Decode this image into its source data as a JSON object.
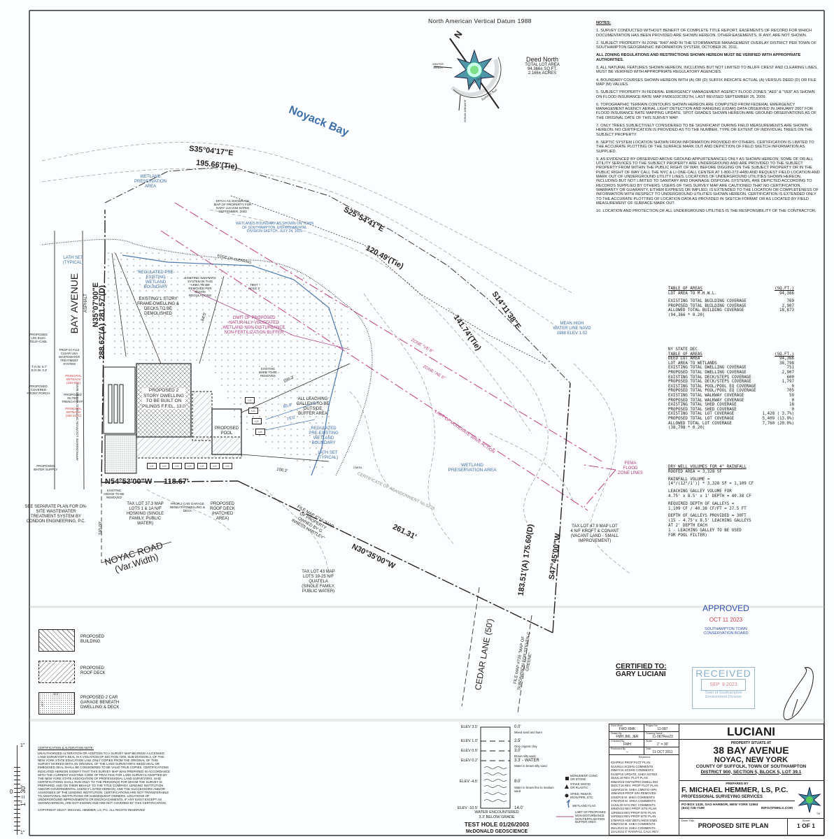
{
  "header": {
    "datum": "North American Vertical Datum 1988"
  },
  "compass": {
    "north_letter": "N",
    "winter_winds": "WINTER WINDS",
    "summer_winds": "SUMMER WINDS",
    "winter_sun": "Winter Sun",
    "summer_sun": "Summer Sun",
    "deed_north": "Deed North",
    "lot_area_title": "TOTAL LOT AREA",
    "lot_area_sqft": "94,366± SQ.FT.",
    "lot_area_acres": "2.166± ACRES"
  },
  "notes": {
    "title": "NOTES:",
    "items": [
      "1.  SURVEY CONDUCTED WITHOUT BENEFIT OF COMPLETE TITLE REPORT.  EASEMENTS OF RECORD FOR WHICH DOCUMENTATION HAS BEEN PROVIDED ARE SHOWN HEREON.  OTHER EASEMENTS, IF ANY, ARE NOT SHOWN.",
      "2.  SUBJECT PROPERTY IN ZONE \"R40\" AND IN THE STORMWATER MANAGEMENT OVERLAY DISTRICT PER TOWN OF SOUTHAMPTON GEOGRAPHIC INFORMATION SYSTEM, OCTOBER 26, 2011.",
      "ALL ZONING REGULATIONS AND RESTRICTIONS SHOWN HEREON MUST BE VERIFIED WITH APPROPRIATE AUTHORITIES.",
      "3.  ALL NATURAL FEATURES SHOWN HEREON, INCLUDING BUT NOT LIMITED TO BLUFF CREST AND CLEARING LINES, MUST BE VERIFIED WITH APPROPRIATE REGULATORY AGENCIES.",
      "4.  BOUNDARY COURSES SHOWN HEREON WITH (A) OR (D) SUFFIX INDICATE ACTUAL (A) VERSUS DEED (D) OR FILE MAP (M) VALUES.",
      "5.  SUBJECT PROPERTY IN FEDERAL EMERGENCY MANAGEMENT AGENCY FLOOD ZONES \"AE6\" & \"VE8\" AS SHOWN ON FLOOD INSURANCE RATE MAP FM36103C0527H, LAST REVISED SEPTEMBER 25, 2009.",
      "6.  TOPOGRAPHIC TERRAIN CONTOURS SHOWN HEREON ARE COMPUTED FROM FEDERAL EMERGENCY MANAGEMENT AGENCY AERIAL LIGHT DETECTION AND RANGING (LIDAR) DATA OBSERVED IN JANUARY 2007 FOR FLOOD INSURANCE RATE MAPPING UPDATE.  SPOT GRADES SHOWN HEREON ARE GROUND OBSERVATIONS AS OF THE ORIGINAL DATE OF THIS SURVEY MAP.",
      "7.  ONLY TREES SUBJECTIVELY CONSIDERED TO BE SIGNIFICANT DURING FIELD MEASUREMENTS ARE SHOWN HEREON.  NO CERTIFICATION IS PROVIDED AS TO THE NUMBER, TYPE OR EXTENT OF INDIVIDUAL TREES ON THE SUBJECT PROPERTY.",
      "8.  SEPTIC SYSTEM LOCATION SHOWN FROM INFORMATION PROVIDED BY OTHERS.  CERTIFICATION IS LIMITED TO THE ACCURATE PLOTTING OF THE SURFACE MARK OUT AND DEPICTION OF FIELD SKETCH INFORMATION AS SUPPLIED.",
      "9.  AS EVIDENCED BY OBSERVED ABOVE GROUND APPURTENANCES ONLY AS SHOWN HEREON, SOME OF OR ALL UTILITY SERVICES TO THE SUBJECT PROPERTY ARE UNDERGROUND AND ARE PROVIDED TO THE SUBJECT PROPERTY FROM WITHIN THE PUBLIC RIGHT OF WAY. BEFORE DIGGING ON THE SUBJECT PROPERTY OR IN THE PUBLIC RIGHT OF WAY CALL THE NYC & LI ONE-CALL CENTER AT 1-800-272-4480 AND REQUEST FIELD LOCATION AND MARK OUT OF UNDERGROUND UTILITY LINES.  LOCATIONS OF UNDERGROUND UTILITIES SHOWN HEREON, INCLUDING BUT NOT LIMITED TO SANITARY AND DRAINAGE DISPOSAL SYSTEMS, ARE DEPICTED ACCORDING TO RECORDS SUPPLIED BY OTHERS.  USERS OF THIS SURVEY MAP ARE CAUTIONED THAT NO CERTIFICATION, WARRANTY OR GUARANTY, EITHER EXPRESS OR IMPLIED, IS EXTENDED TO THE LOCATION OR COMPLETENESS OF INFORMATION WITH RESPECT TO UNDERGROUND UTILITIES SHOWN HEREON.  CERTIFICATION IS EXTENDED ONLY TO THE ACCURATE PLOTTING OF LOCATION DATA AS PROVIDED IN SKETCH FORMAT OR AS LOCATED BY FIELD MEASUREMENT OF SURFACE MARK OUT.",
      "10.  LOCATION AND PROTECTION OF ALL UNDERGROUND UTILITIES IS THE RESPONSIBILITY OF THE CONTRACTOR."
    ]
  },
  "table_areas": {
    "title": "TABLE OF AREAS",
    "unit": "(SQ.FT.)",
    "rows": [
      [
        "LOT AREA TO M.H.W.L.",
        "94,366"
      ],
      [
        "",
        ""
      ],
      [
        "EXISTING TOTAL BUILDING COVERAGE",
        "769"
      ],
      [
        "PROPOSED TOTAL BUILDING COVERAGE",
        "2,907"
      ],
      [
        "ALLOWED TOTAL BUILDING COVERAGE",
        "18,873"
      ],
      [
        "(94,366 * 0.20)",
        ""
      ]
    ]
  },
  "dec_table": {
    "agency": "NY STATE DEC",
    "title": "TABLE OF AREAS",
    "unit": "(SQ.FT.)",
    "rows": [
      [
        "DEED LOT AREA",
        "94,366"
      ],
      [
        "LOT AREA TO WETLANDS",
        "38,798"
      ],
      [
        "EXISTING TOTAL DWELLING COVERAGE",
        "751"
      ],
      [
        "PROPOSED TOTAL DWELLING COVERAGE",
        "2,907"
      ],
      [
        "EXISTING TOTAL DECK/STEPS COVERAGE",
        "600"
      ],
      [
        "PROPOSED TOTAL DECK/STEPS COVERAGE",
        "1,797"
      ],
      [
        "EXISTING TOTAL POOL/POOL EQ COVERAGE",
        "0"
      ],
      [
        "PROPOSED TOTAL POOL/POOL EQ COVERAGE",
        "705"
      ],
      [
        "EXISTING TOTAL WALKWAY COVERAGE",
        "59"
      ],
      [
        "PROPOSED TOTAL WALKWAY COVERAGE",
        "0"
      ],
      [
        "EXISTING TOTAL SHED COVERAGE",
        "18"
      ],
      [
        "PROPOSED TOTAL SHED COVERAGE",
        "0"
      ],
      [
        "EXISTING TOTAL LOT COVERAGE",
        "1,428 ( 3.7%)"
      ],
      [
        "PROPOSED TOTAL LOT COVERAGE",
        "5,409 (13.9%)"
      ],
      [
        "ALLOWED TOTAL LOT COVERAGE",
        "7,760 (20.0%)"
      ],
      [
        "(38,798 * 0.20)",
        ""
      ]
    ]
  },
  "drywell": {
    "lines": [
      "DRY WELL VOLUMES FOR 4\" RAINFALL",
      "ROOFED AREA = 3,328 SF",
      "",
      "RAINFALL VOLUME =",
      "[4\"/(12\"/1')] * 3,328 SF = 1,109 CF",
      "",
      "LEACHING GALLEY VOLUME FOR",
      "4.75' x 8.5' x 1' DEPTH = 40.38 CF",
      "",
      "REQUIRED DEPTH OF GALLEYS =",
      "1,109 CF / 40.38 CF/FT = 27.5 FT",
      "",
      "DEPTH OF GALLEYS PROVIDED = 30FT",
      "(15 - 4.75'x 8.5' LEACHING GALLEYS",
      "AT 2' DEPTH EACH",
      "1 - LEACHING GALLEY TO BE USED",
      "FOR POOL FILTER)"
    ]
  },
  "map_labels": {
    "noyack_bay": "Noyack Bay",
    "tie1_bearing": "S35°04'17\"E",
    "tie1_dist": "195.66'(Tie)",
    "tie2_bearing": "S25°54'41\"E",
    "tie2_dist": "120.49'(Tie)",
    "tie3_bearing": "S14°11'38\"E",
    "tie3_dist": "141.74'(Tie)",
    "wetland_pres_top": "WETLAND PRESERVATION AREA",
    "mhw": "MEAN HIGH WATER LINE NAVD 1988 ELEV 1.02",
    "zone_ve": "ZONE \"VE 8\"",
    "zone_ae": "ZONE \"AE 6\"",
    "wave_action": "LIMIT OF MODERATE WAVE ACTION",
    "wetland_pres": "WETLAND PRESERVATION AREA",
    "fema": "FEMA FLOOD ZONE LINES",
    "cert_abandon": "CERTIFICATE OF ABANDONMENT No.5278",
    "south_dist": "261.31'",
    "south_bearing": "N30°35'00\"W",
    "east_dist": "183.51'(A) 175.60(D)",
    "east_bearing": "S47°45'00\"W",
    "tax_lot_479": "TAX LOT 47.9 MAP LOT 4 N/F KROFT & CONANT (VACANT LAND - SMALL IMPROVEMENT)",
    "tax_lot_43": "TAX LOT 43 MAP LOTS 19-25 N/F QUATELA (SINGLE FAMILY, PUBLIC WATER)",
    "file_map_716": "FILE MAP #716 \"MAP OF PROPERTY OWNED BY G. INNESS HARTLEY\"",
    "cedar_lane": "CEDAR LANE (50')",
    "file_map_726": "FILE MAP #726 \"MAP OF SUBDIVISION FOR STEVEN C GREENE\"",
    "bay_avenue": "BAY AVENUE",
    "asphalt": "ASPHALT",
    "west_bearing": "N35°07'00\"E",
    "west_dist": "288.62'(A) 281.57'(D)",
    "sw_bearing": "N54°53'00\"W",
    "sw_dist": "118.67'",
    "noyac_road": "NOYAC ROAD",
    "noyac_width": "(Var.Width)",
    "see_separate": "SEE SEPARATE PLAN FOR ON-SITE WASTEWATER TREATMENT SYSTEM BY CONDON ENGINEERING, P.C.",
    "tax_lot_373": "TAX LOT 37.3 MAP LOTS 1 & 1A N/F HOSKING (SINGLE FAMILY, PUBLIC WATER)",
    "dwelling": "PROPOSED 2 STORY DWELLING TO BE BUILT ON PILINGS F.F.EL. 13.0",
    "existing_dwelling": "EXISTING 1 STORY FRAME DWELLING & DECKS TO BE DEMOLISHED",
    "regulated_top": "\"REGULATED PRE-EXISTING WETLAND BOUNDARY",
    "limit_buffer": "LIMIT OF PROPOSED NATURALLY VEGETATED WETLAND NON-DISTURBANCE NON-FERTILIZATION BUFFER",
    "ditch": "DITCH AS SHOWN ON MAP OF PROPERTY FOR GARY LUCIANI DATED SEPTEMBER, 2003",
    "wetlands_boundary": "WETLANDS BOUNDARY AS SHOWN ON TOWN OF SOUTHAMPTON, ENVIRONMENTAL DIVISION SKETCH, JULY 24, 2015",
    "edge_clearing": "EDGE OF CLEARING",
    "sanitary": "EXISTING SANITARY SYSTEM IN THIS AREA TO BE REMOVED PER SCDHS REGULATIONS",
    "test_hole_3": "TEST HOLE 3",
    "all_leaching": "ALL LEACHING GALLEYS TO BE OUTSIDE BUFFER AREA",
    "regulated_mid": "REGULATED PRE-EXISTING WETLAND BOUNDARY",
    "lath_set": "LATH SET (TYPICAL)",
    "pool": "PROPOSED POOL",
    "garage": "PROP 2 CAR GARAGE BENEATH DWELLING & DECK",
    "roof_deck": "PROPOSED ROOF DECK (HATCHED AREA)",
    "dist_740": "740.00'",
    "elec": "PROPOSED U/G ELEC TELE+CABL",
    "tow": "T.O.W. 5.7' B.O.W. 3.3'",
    "porch": "PROPOSED COVERED FRONT PORCH",
    "water_main": "APPROXIMATE LOCATION OF PUBLIC WATER MAIN",
    "water_supply": "PROPOSED WATER SUPPLY",
    "iau": "PROP I/A FLUI CLEAR USA WASTEWATER TREATMENT SYSTEM",
    "setback1": "PRINCIPAL SETBACK (330-83K)",
    "setback2": "PRINCIPAL SETBACK (330-115C)",
    "filter_trench": "PROPOSED FILTER TRENCH (TYP)",
    "hedge": "EXISTING HEDGE TO BE REMOVED",
    "shed": "EXISTING SHED TO BE REMOVED",
    "dist_100_3": "100.3'",
    "dist_85": "85.0'",
    "dist_75": "75.0'",
    "dist_84_5": "84.5'",
    "dist_100_2": "100.2'",
    "galley": "LG",
    "cmon": "CMON"
  },
  "legend": {
    "building": "PROPOSED BUILDING",
    "roof_deck": "PROPOSED ROOF DECK",
    "garage": "PROPOSED 2 CAR GARAGE BENEATH DWELLING & DECK",
    "garage_dim_w": "30.8'",
    "garage_dim_h": "18.2'",
    "monument": "MONUMENT CONC or STONE",
    "stake": "STAKE WOOD or PLASTIC",
    "spike": "SPIKE, REBAR, IRON PIPE, ETC",
    "wetland_flag": "WETLAND FLAG",
    "buffer_limit": "LIMIT OF PROPOSED NON-DISTURBANCE NON-FERTILIZATION BUFFER AREA"
  },
  "scale": {
    "top": "1\"",
    "zero": "0",
    "bottom": "1\"",
    "ratio": "1\" = 30'"
  },
  "certification": {
    "title": "CERTIFICATION & ALTERATION NOTE:",
    "body": "UNAUTHORIZED ALTERATION OR ADDITION TO A SURVEY MAP BEARING A LICENSED LAND SURVEYOR'S SEAL IS A VIOLATION OF SECTION 7209, SUB-DIVISION 2, OF THE NEW YORK STATE EDUCATION LAW.  ONLY COPIES FROM THE ORIGINAL OF THIS SURVEY MARKED WITH AN ORIGINAL OF THE LAND SURVEYOR'S INKED SEAL OR EMBOSSED SEAL SHALL BE CONSIDERED TO BE VALID TRUE COPIES.  CERTIFICATIONS INDICATED HEREON SIGNIFY THAT THIS SURVEY MAP WAS PREPARED IN ACCORDANCE WITH THE CURRENT EXISTING CODE OF PRACTICE FOR LAND SURVEYS ADOPTED BY THE NEW YORK STATE ASSOCIATION OF PROFESSIONAL LAND SURVEYORS. SAID CERTIFICATIONS SHALL RUN ONLY TO THE PERSON(S) FOR WHOM THE SURVEY IS PREPARED, AND ON THEIR BEHALF TO THE TITLE COMPANY, LENDING INSTITUTION AND/OR GOVERNMENTAL AGENCY LISTED HEREON, AND THE SUCCESSORS AND/OR ASSIGNEES OF THE LENDING INSTITUTION. CERTIFICATIONS ARE NOT TRANSFERABLE TO ADDITIONAL INSTITUTIONS OR SUBSEQUENT OWNERS.  LOCATIONS OF UNDERGROUND IMPROVEMENTS OR ENCROACHMENTS, IF ANY EXIST EXCEPT AS SHOWN HEREON, ARE NOT KNOWN AND ARE NOT COVERED BY THIS CERTIFICATION.",
    "copyright": "COPYRIGHT 2023 F. MICHAEL HEMMER, LS, P.C.  ALL RIGHTS RESERVED"
  },
  "test_hole": {
    "elevations": [
      "ELEV 3.5'",
      "ELEV 1.0'",
      "ELEV 0.5'",
      "ELEV 0.2'",
      "ELEV -4.5'",
      "ELEV -10.5'"
    ],
    "depths": [
      "0.0'",
      "2.5'",
      "3.0'",
      "3.3' - WATER",
      "8.0'",
      "14.0'"
    ],
    "soils": [
      "Mixed sand and loam",
      "Grey organic clay",
      "Brown silty sand",
      "Water in brown silty sand",
      "Water in brown fine to medium sand"
    ],
    "water_note_1": "WATER ENCOUNTERED",
    "water_note_2": "3.3' BELOW GRADE",
    "title_1": "TEST HOLE 01/26/2003",
    "title_2": "McDONALD GEOSCIENCE"
  },
  "stamps": {
    "approved": "APPROVED",
    "approved_date": "OCT 11 2023",
    "approved_by_1": "SOUTHAMPTON TOWN",
    "approved_by_2": "CONSERVATION BOARD",
    "received": "RECEIVED",
    "received_date": "SEP  8 2023",
    "received_by_1": "Town of Southampton",
    "received_by_2": "Environment Division"
  },
  "certified": {
    "label": "CERTIFIED TO:",
    "name": "GARY LUCIANI"
  },
  "title_block": {
    "fields": [
      [
        "Field Work",
        "FWD RMK"
      ],
      [
        "Project No",
        "11-087"
      ],
      [
        "Drawn By",
        "FMH JML JER"
      ],
      [
        "Drawing Name",
        "11-087Rev23"
      ],
      [
        "Checked By",
        "FMH"
      ],
      [
        "Scale",
        "1\" = 30'"
      ],
      [
        "Reviewed By",
        "–"
      ],
      [
        "Date",
        "11 OCT 2011"
      ]
    ],
    "revisions_label": "Revisions",
    "revisions": [
      "02APR14 PROP PLOT PLAN",
      "04JUN14 SCDHS COMMENTS",
      "29MAY15 SCDHS COMMENTS",
      "01SEP15 UPDATE, SHEA NOTES",
      "28JUL16 REV. PLOT PLAN",
      "09MAR18 OWTS/PRO DWELLING",
      "05OCT18 REV. PROP PLOT PLAN",
      "11MAR19 M. SHEA CMNTS/+SPA",
      "15MAR19 PROP SPA REMOVED",
      "23SEP19 M. SHEA COMMENTS",
      "27MAR20 M. SHEA COMMENTS",
      "14JUL20 NYS DEC COMMENTS",
      "29NOV22 REV PROP SITE PLAN",
      "13FEB23 REV PROP SITE PLAN",
      "16FEB23 REV PROP SITE PLAN",
      "27MAR23 ADD WETLANDS DIMS",
      "03MAY23 M. SHEA COMMENTS",
      "09AUG23 M. SHEA COMMENTS",
      "31AUG23 4\" RAINFALL CALC REV"
    ],
    "owner": "LUCIANI",
    "situate": "PROPERTY SITUATE AT",
    "address": "38 BAY AVENUE",
    "town": "NOYAC, NEW YORK",
    "county": "COUNTY OF SUFFOLK, TOWN OF SOUTHAMPTON",
    "district": "DISTRICT 900, SECTION 5, BLOCK 5, LOT 39.1",
    "prepared_by": "PREPARED BY",
    "firm": "F. MICHAEL HEMMER, LS, P.C.",
    "firm_sub": "PROFESSIONAL SURVEYING SERVICES",
    "firm_address": "PO BOX 1328, SAG HARBOR, NEW YORK 11963",
    "phone": "(631) 725-7199",
    "email": "INFO@FMHLS.COM",
    "tm": "TM",
    "sheet_title_label": "Sheet Title:",
    "sheet_title": "PROPOSED SITE PLAN",
    "sheet_label": "Sheet",
    "sheet": "1 OF 1"
  }
}
